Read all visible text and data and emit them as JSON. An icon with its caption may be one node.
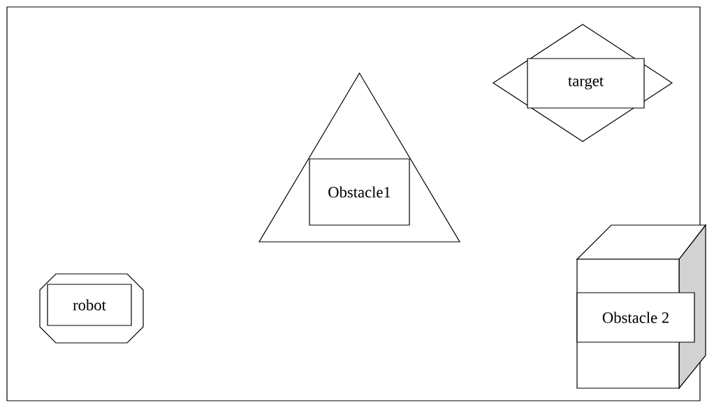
{
  "diagram": {
    "nodes": [
      {
        "text": [],
        "shape": "triangle"
      },
      {
        "text": [
          "Obstacle1"
        ],
        "in": 0
      },
      {
        "text": [],
        "shape": "diamond"
      },
      {
        "text": [
          "target"
        ],
        "in": 2
      },
      {
        "text": [],
        "shape": "octagon"
      },
      {
        "text": [
          "robot"
        ],
        "in": 4
      },
      {
        "text": [],
        "shape": "cube"
      },
      {
        "text": [
          "Obstacle 2"
        ],
        "in": 6
      }
    ]
  }
}
